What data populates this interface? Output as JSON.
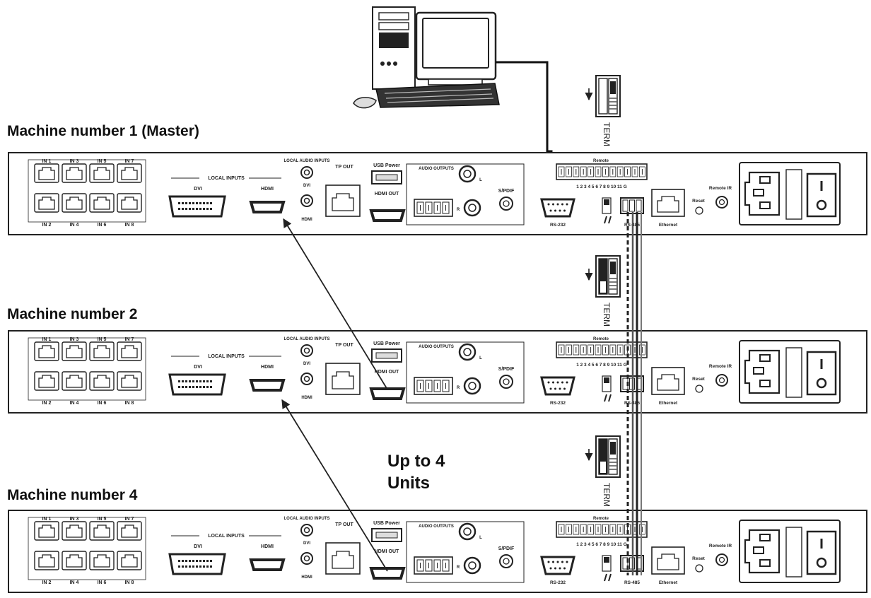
{
  "headings": {
    "machine1": "Machine number 1 (Master)",
    "machine2": "Machine number 2",
    "machine4": "Machine number 4"
  },
  "note": {
    "line1": "Up to 4",
    "line2": "Units"
  },
  "panel": {
    "twisted_pair_ports": [
      "IN 1",
      "IN 3",
      "IN 5",
      "IN 7",
      "IN 2",
      "IN 4",
      "IN 6",
      "IN 8"
    ],
    "local_inputs": "LOCAL INPUTS",
    "dvi": "DVI",
    "hdmi": "HDMI",
    "local_audio_inputs": "LOCAL AUDIO INPUTS",
    "audio_dvi": "DVI",
    "audio_hdmi": "HDMI",
    "tp_out": "TP OUT",
    "usb_power": "USB Power",
    "hdmi_out": "HDMI OUT",
    "audio_outputs": "AUDIO OUTPUTS",
    "audio_l": "L",
    "audio_r": "R",
    "spdif": "S/PDIF",
    "remote": "Remote",
    "terminal_numbers": "1 2 3 4 5 6 7 8 9 10 11 G",
    "rs232": "RS-232",
    "rs485": "RS-485",
    "ethernet": "Ethernet",
    "reset": "Reset",
    "remote_ir": "Remote IR"
  },
  "term_label": "TERM",
  "colors": {
    "line": "#222222",
    "panel_fill": "#ffffff",
    "rs485_cable": "#3a3a3a"
  }
}
